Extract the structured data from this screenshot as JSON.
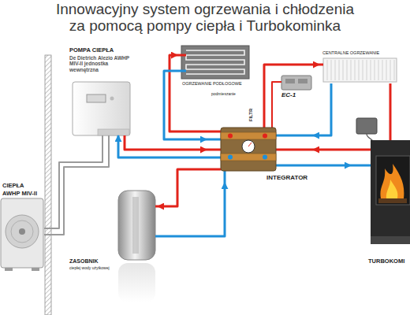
{
  "diagram": {
    "title": "Innowacyjny system ogrzewania i chłodzenia za pomocą pompy ciepła i Turbokominka",
    "nodes": [
      {
        "text": [
          "CIEPŁA",
          "AWHP MIV-II"
        ]
      },
      {
        "text": [
          "POMPA CIEPŁA",
          "De Dietrich Alezio AWHP MIV-II jednostka wewnętrzna"
        ]
      },
      {
        "text": [
          "OGRZEWANIE PODŁOGOWE"
        ]
      },
      {
        "text": [
          "CENTRALNE OGRZEWANIE"
        ]
      },
      {
        "text": [
          "EC-1"
        ]
      },
      {
        "text": [
          "INTEGRATOR"
        ]
      },
      {
        "text": [
          "ZASOBNIK",
          "ciepłej wody użytkowej"
        ]
      },
      {
        "text": [
          "TURBOKOMI"
        ]
      }
    ],
    "edges": [
      {
        "from": 0,
        "to": 1,
        "arrow": "none"
      },
      {
        "from": 0,
        "to": 1,
        "arrow": "none"
      },
      {
        "from": 1,
        "to": 5,
        "arrow": "to"
      },
      {
        "from": 5,
        "to": 1,
        "arrow": "to"
      },
      {
        "from": 5,
        "to": 2,
        "arrow": "to"
      },
      {
        "from": 2,
        "to": 5,
        "arrow": "to"
      },
      {
        "from": 5,
        "to": 3,
        "arrow": "to"
      },
      {
        "from": 3,
        "to": 5,
        "arrow": "to"
      },
      {
        "from": 4,
        "to": 5,
        "arrow": "none"
      },
      {
        "from": 5,
        "to": 6,
        "arrow": "to"
      },
      {
        "from": 6,
        "to": 5,
        "arrow": "to"
      },
      {
        "from": 7,
        "to": 5,
        "arrow": "to"
      },
      {
        "from": 5,
        "to": 7,
        "arrow": "to"
      },
      {
        "from": 3,
        "to": 7,
        "arrow": "none"
      }
    ],
    "labels": [
      "FILTR",
      "podmieszanie"
    ]
  }
}
